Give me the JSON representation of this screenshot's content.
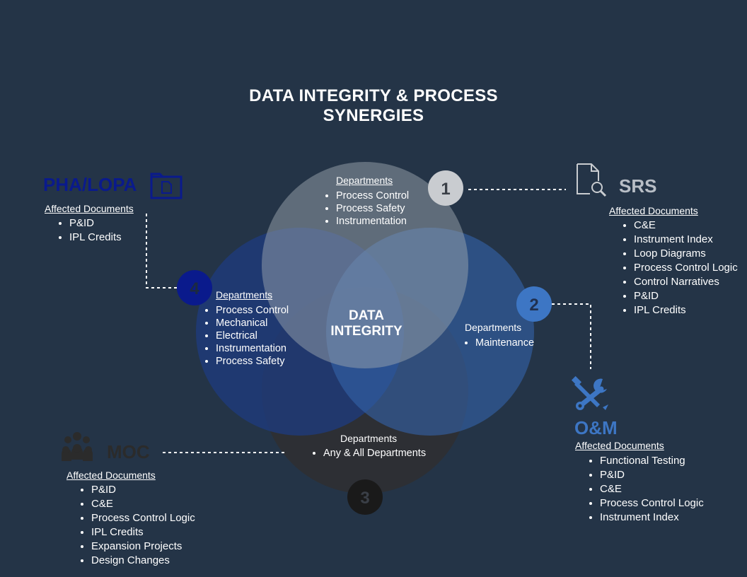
{
  "title": "DATA INTEGRITY & PROCESS SYNERGIES",
  "center_label": "DATA INTEGRITY",
  "circles": {
    "c1": {
      "number": "1",
      "departments_label": "Departments",
      "items": [
        "Process Control",
        "Process Safety",
        "Instrumentation"
      ]
    },
    "c2": {
      "number": "2",
      "departments_label": "Departments",
      "items": [
        "Maintenance"
      ]
    },
    "c3": {
      "number": "3",
      "departments_label": "Departments",
      "items": [
        "Any & All Departments"
      ]
    },
    "c4": {
      "number": "4",
      "departments_label": "Departments",
      "items": [
        "Process Control",
        "Mechanical",
        "Electrical",
        "Instrumentation",
        "Process Safety"
      ]
    }
  },
  "sections": {
    "pha": {
      "title": "PHA/LOPA",
      "affected_label": "Affected Documents",
      "docs": [
        "P&ID",
        "IPL Credits"
      ],
      "icon": "folder-document-icon",
      "color": "#0a1a8c"
    },
    "srs": {
      "title": "SRS",
      "affected_label": "Affected Documents",
      "docs": [
        "C&E",
        "Instrument Index",
        "Loop Diagrams",
        "Process Control Logic",
        "Control Narratives",
        "P&ID",
        "IPL Credits"
      ],
      "icon": "document-search-icon",
      "color": "#b8bec6"
    },
    "om": {
      "title": "O&M",
      "affected_label": "Affected Documents",
      "docs": [
        "Functional Testing",
        "P&ID",
        "C&E",
        "Process Control Logic",
        "Instrument Index"
      ],
      "icon": "tools-icon",
      "color": "#3d76c4"
    },
    "moc": {
      "title": "MOC",
      "affected_label": "Affected Documents",
      "docs": [
        "P&ID",
        "C&E",
        "Process Control Logic",
        "IPL Credits",
        "Expansion Projects",
        "Design Changes"
      ],
      "icon": "people-group-icon",
      "color": "#2b2b2b"
    }
  }
}
